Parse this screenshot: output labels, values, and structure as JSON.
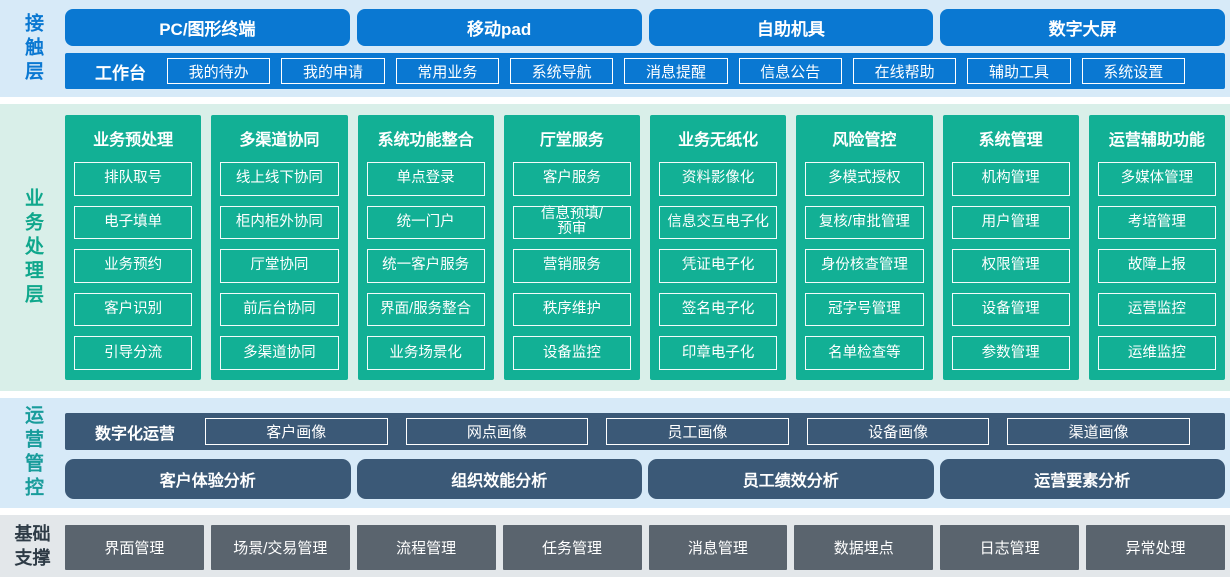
{
  "contact": {
    "label": "接触层",
    "channels": [
      "PC/图形终端",
      "移动pad",
      "自助机具",
      "数字大屏"
    ],
    "workbench": {
      "label": "工作台",
      "items": [
        "我的待办",
        "我的申请",
        "常用业务",
        "系统导航",
        "消息提醒",
        "信息公告",
        "在线帮助",
        "辅助工具",
        "系统设置"
      ]
    }
  },
  "business": {
    "label": "业务处理层",
    "columns": [
      {
        "title": "业务预处理",
        "items": [
          "排队取号",
          "电子填单",
          "业务预约",
          "客户识别",
          "引导分流"
        ]
      },
      {
        "title": "多渠道协同",
        "items": [
          "线上线下协同",
          "柜内柜外协同",
          "厅堂协同",
          "前后台协同",
          "多渠道协同"
        ]
      },
      {
        "title": "系统功能整合",
        "items": [
          "单点登录",
          "统一门户",
          "统一客户服务",
          "界面/服务整合",
          "业务场景化"
        ]
      },
      {
        "title": "厅堂服务",
        "items": [
          "客户服务",
          "信息预填/\n预审",
          "营销服务",
          "秩序维护",
          "设备监控"
        ]
      },
      {
        "title": "业务无纸化",
        "items": [
          "资料影像化",
          "信息交互电子化",
          "凭证电子化",
          "签名电子化",
          "印章电子化"
        ]
      },
      {
        "title": "风险管控",
        "items": [
          "多模式授权",
          "复核/审批管理",
          "身份核查管理",
          "冠字号管理",
          "名单检查等"
        ]
      },
      {
        "title": "系统管理",
        "items": [
          "机构管理",
          "用户管理",
          "权限管理",
          "设备管理",
          "参数管理"
        ]
      },
      {
        "title": "运营辅助功能",
        "items": [
          "多媒体管理",
          "考培管理",
          "故障上报",
          "运营监控",
          "运维监控"
        ]
      }
    ]
  },
  "operations": {
    "label": "运营管控",
    "digital": {
      "label": "数字化运营",
      "items": [
        "客户画像",
        "网点画像",
        "员工画像",
        "设备画像",
        "渠道画像"
      ]
    },
    "analysis": [
      "客户体验分析",
      "组织效能分析",
      "员工绩效分析",
      "运营要素分析"
    ]
  },
  "foundation": {
    "label": "基础支撑",
    "items": [
      "界面管理",
      "场景/交易管理",
      "流程管理",
      "任务管理",
      "消息管理",
      "数据埋点",
      "日志管理",
      "异常处理"
    ]
  },
  "colors": {
    "accent_blue": "#0a78d2",
    "band_blue_bg": "#d7eaf8",
    "green": "#12b095",
    "band_green_bg": "#d9efe9",
    "slate_blue": "#3b5977",
    "gray_box": "#5a646e",
    "band_gray_bg": "#e3e7ea",
    "label_teal": "#189c9b",
    "label_dark": "#2e3b46"
  }
}
